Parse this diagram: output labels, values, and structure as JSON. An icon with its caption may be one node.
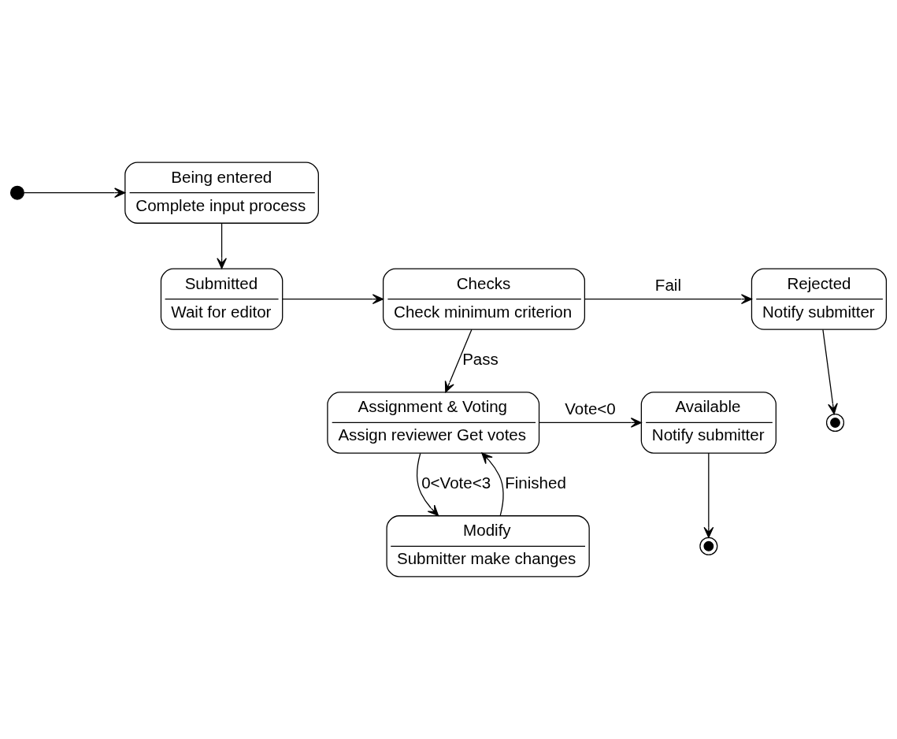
{
  "diagram": {
    "nodes": [
      {
        "text": [],
        "shape": "circle"
      },
      {
        "text": [
          "Being entered",
          "Complete input process"
        ]
      },
      {
        "text": [
          "Submitted",
          "Wait for editor"
        ]
      },
      {
        "text": [
          "Checks",
          "Check minimum criterion"
        ]
      },
      {
        "text": [],
        "shape": "bullseye"
      },
      {
        "text": [
          "Rejected",
          "Notify submitter"
        ]
      },
      {
        "text": [
          "Assignment & Voting",
          "Assign reviewer Get votes"
        ]
      },
      {
        "text": [
          "Available",
          "Notify submitter"
        ]
      },
      {
        "text": [],
        "shape": "bullseye"
      },
      {
        "text": [
          "Modify",
          "Submitter make changes"
        ]
      }
    ],
    "edges": [
      {
        "from": 0,
        "to": 1,
        "arrow": "to"
      },
      {
        "from": 1,
        "to": 2,
        "arrow": "to"
      },
      {
        "from": 2,
        "to": 3,
        "arrow": "to"
      },
      {
        "from": 3,
        "to": 5,
        "label": "Fail",
        "arrow": "to"
      },
      {
        "from": 5,
        "to": 4,
        "arrow": "to"
      },
      {
        "from": 3,
        "to": 6,
        "label": "Pass",
        "arrow": "to"
      },
      {
        "from": 6,
        "to": 7,
        "label": "Vote<0",
        "arrow": "to"
      },
      {
        "from": 7,
        "to": 8,
        "arrow": "to"
      },
      {
        "from": 6,
        "to": 9,
        "label": "0<Vote<3",
        "arrow": "to"
      },
      {
        "from": 9,
        "to": 6,
        "label": "Finished",
        "arrow": "to"
      }
    ]
  }
}
